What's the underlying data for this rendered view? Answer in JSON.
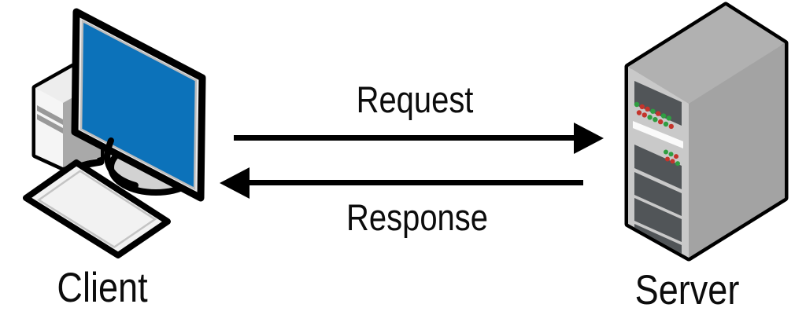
{
  "diagram": {
    "title": "Client-Server request/response diagram",
    "nodes": {
      "client": {
        "label": "Client",
        "icon": "desktop-computer-icon"
      },
      "server": {
        "label": "Server",
        "icon": "server-tower-icon"
      }
    },
    "arrows": {
      "request": {
        "label": "Request",
        "direction": "right",
        "from": "client",
        "to": "server"
      },
      "response": {
        "label": "Response",
        "direction": "left",
        "from": "server",
        "to": "client"
      }
    }
  },
  "colors": {
    "outline": "#000000",
    "background": "#ffffff",
    "screen_blue": "#0c72ba",
    "led_red": "#c4342b",
    "led_green": "#2f9e41",
    "bay_dark": "#515558",
    "server_front": "#c9c9c9",
    "server_side": "#a3a3a3",
    "server_top": "#b1b1b1",
    "stripe_white": "#fafafa"
  },
  "leds": {
    "panel_rows": [
      [
        "green",
        "red",
        "red",
        "green",
        "red",
        "green",
        "green"
      ],
      [
        "red",
        "red",
        "green",
        "green",
        "red",
        "green",
        "red"
      ]
    ],
    "cluster_rows": [
      [
        "green",
        "green",
        "red"
      ],
      [
        "red",
        "red",
        "green"
      ]
    ]
  }
}
